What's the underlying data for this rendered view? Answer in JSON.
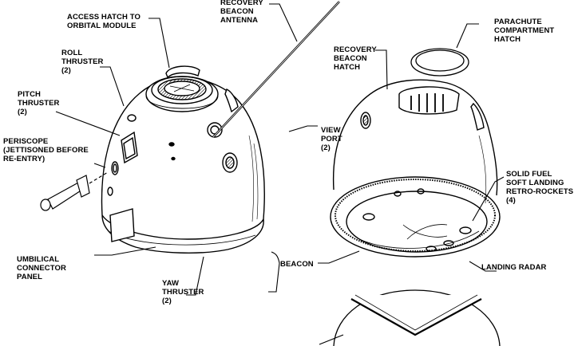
{
  "labels": {
    "access_hatch": "ACCESS HATCH TO\nORBITAL MODULE",
    "recovery_beacon_antenna": "RECOVERY\nBEACON\nANTENNA",
    "parachute_hatch": "PARACHUTE\nCOMPARTMENT\nHATCH",
    "roll_thruster": "ROLL\nTHRUSTER\n(2)",
    "recovery_beacon_hatch": "RECOVERY\nBEACON\nHATCH",
    "pitch_thruster": "PITCH\nTHRUSTER\n(2)",
    "periscope": "PERISCOPE\n(JETTISONED BEFORE\nRE-ENTRY)",
    "view_port": "VIEW\nPORT\n(2)",
    "solid_fuel": "SOLID FUEL\nSOFT LANDING\nRETRO-ROCKETS\n(4)",
    "umbilical": "UMBILICAL\nCONNECTOR\nPANEL",
    "beacon": "BEACON",
    "landing_radar": "LANDING RADAR",
    "yaw_thruster": "YAW\nTHRUSTER\n(2)"
  }
}
